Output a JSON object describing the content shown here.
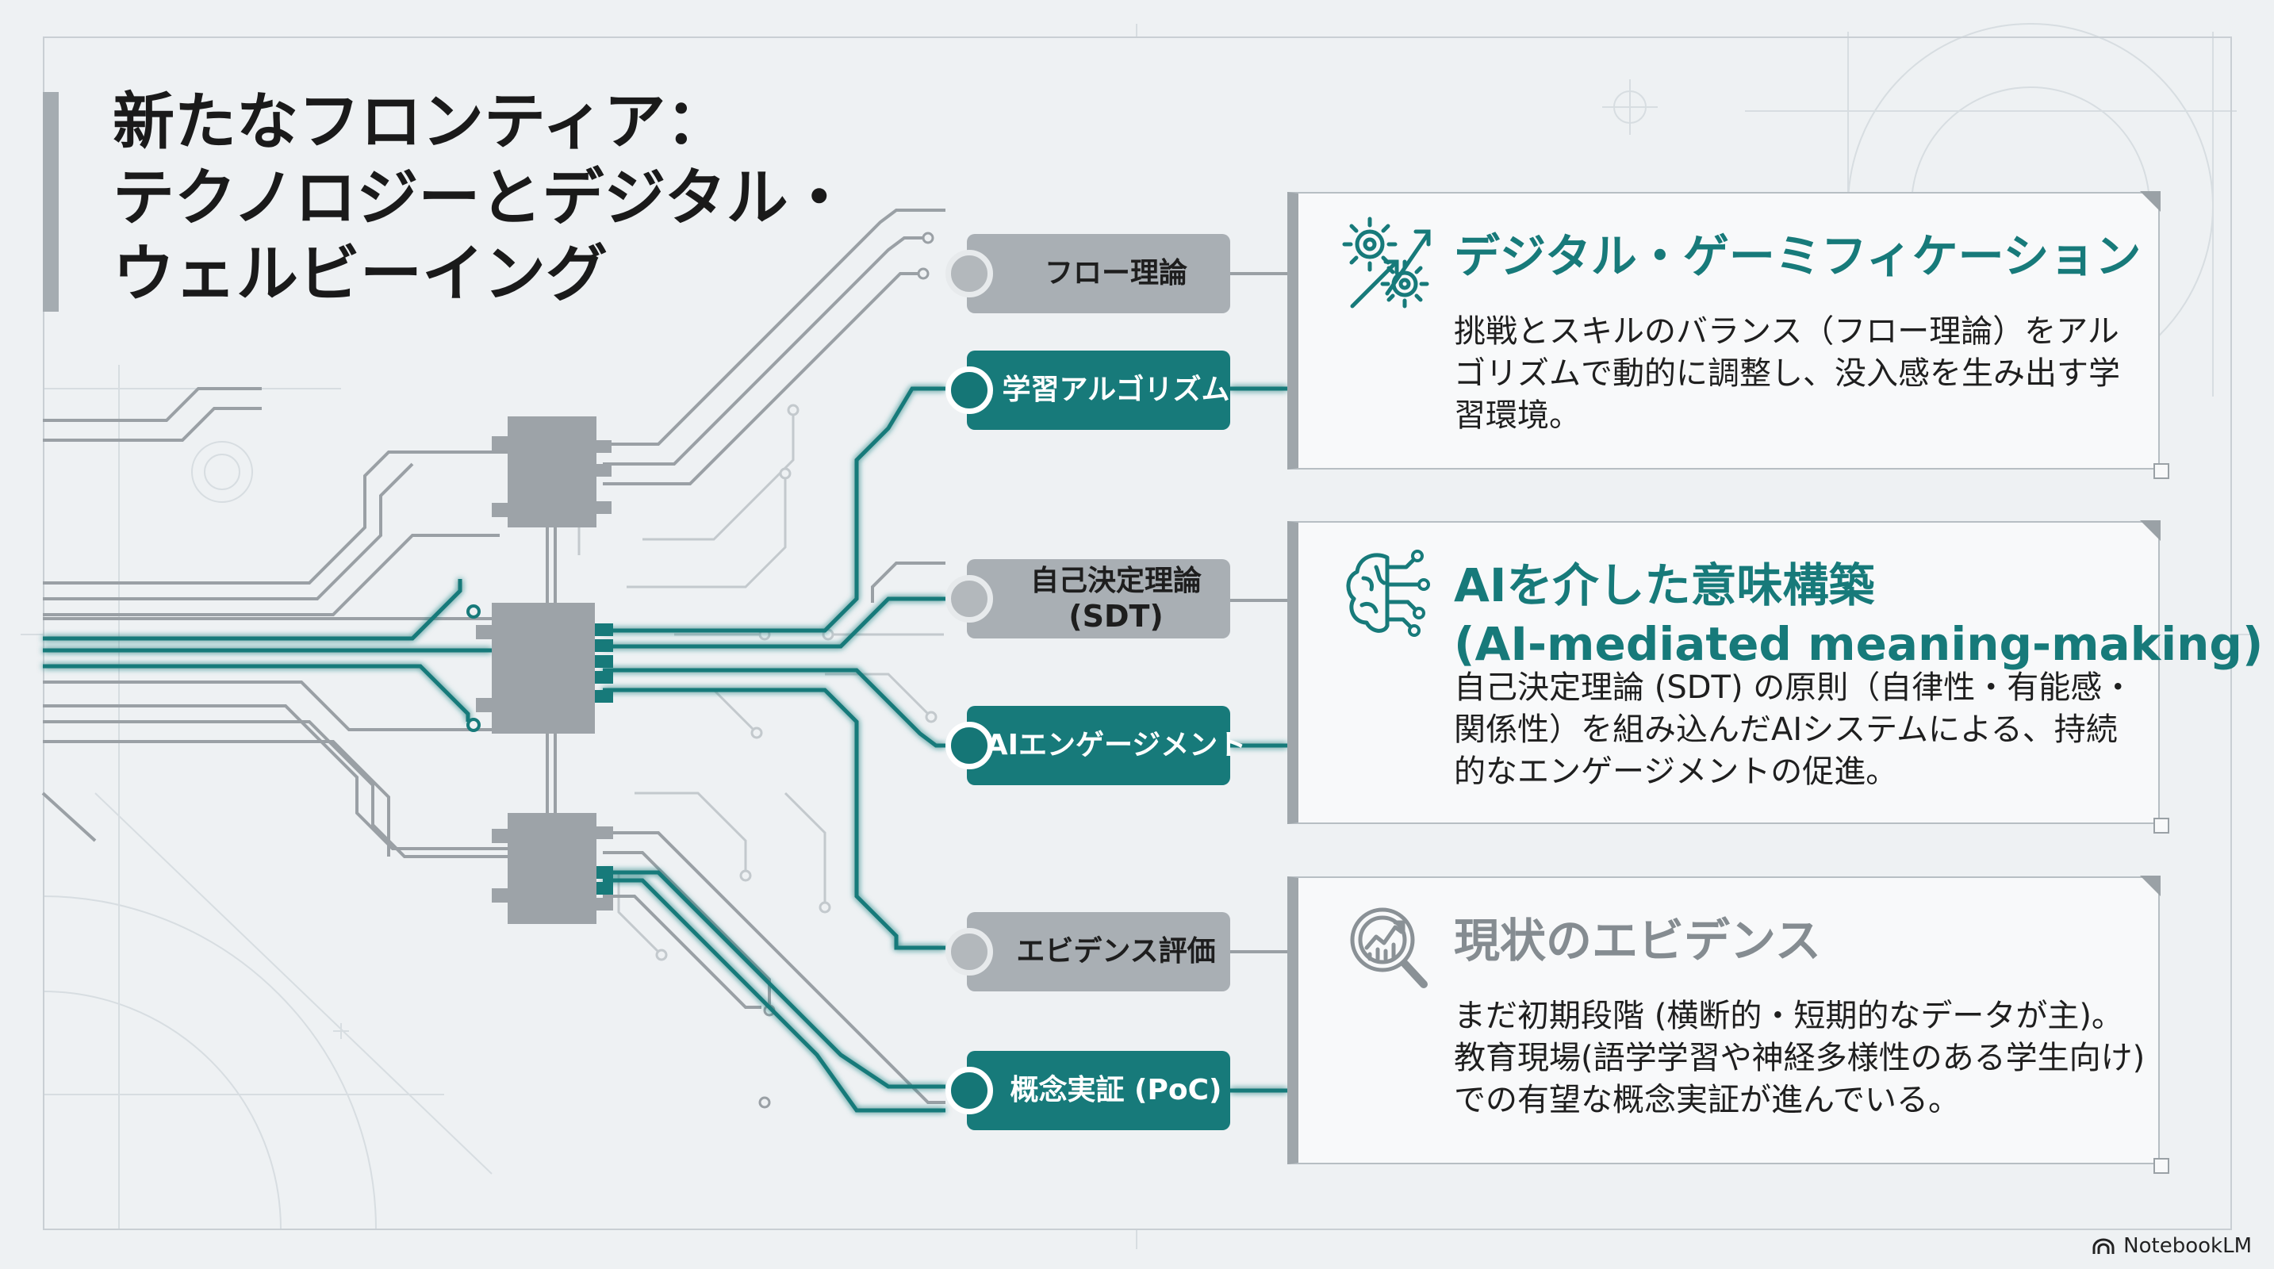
{
  "title_lines": [
    "新たなフロンティア：",
    "テクノロジーとデジタル・",
    "ウェルビーイング"
  ],
  "nodes": {
    "flow": "フロー理論",
    "learning": "学習アルゴリズム",
    "sdt_1": "自己決定理論",
    "sdt_2": "(SDT)",
    "engagement": "AIエンゲージメント",
    "evidence_eval": "エビデンス評価",
    "poc": "概念実証 (PoC)"
  },
  "cards": {
    "gamification": {
      "icon": "gears-arrows-icon",
      "heading": "デジタル・ゲーミフィケーション",
      "body": [
        "挑戦とスキルのバランス（フロー理論）をアル",
        "ゴリズムで動的に調整し、没入感を生み出す学",
        "習環境。"
      ]
    },
    "ai_meaning": {
      "icon": "brain-circuit-icon",
      "heading_1": "AIを介した意味構築",
      "heading_2": "(AI-mediated meaning-making)",
      "body": [
        "自己決定理論 (SDT) の原則（自律性・有能感・",
        "関係性）を組み込んだAIシステムによる、持続",
        "的なエンゲージメントの促進。"
      ]
    },
    "evidence": {
      "icon": "magnifier-chart-icon",
      "heading": "現状のエビデンス",
      "body": [
        "まだ初期段階 (横断的・短期的なデータが主)。",
        "教育現場(語学学習や神経多様性のある学生向け)",
        "での有望な概念実証が進んでいる。"
      ]
    }
  },
  "colors": {
    "teal": "#177a7a",
    "grey": "#a9afb4",
    "chip": "#9da3a8",
    "background": "#eef1f3"
  },
  "brand": "NotebookLM"
}
